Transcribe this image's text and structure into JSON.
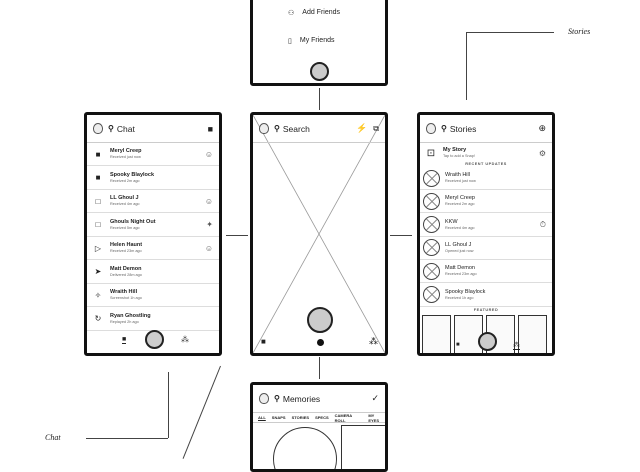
{
  "labels": {
    "stories": "Stories",
    "chat": "Chat"
  },
  "top": {
    "items": [
      {
        "icon": "add-friend-icon",
        "label": "Add Friends"
      },
      {
        "icon": "my-friends-icon",
        "label": "My Friends"
      }
    ]
  },
  "chat": {
    "title": "Chat",
    "rows": [
      {
        "name": "Meryl Creep",
        "status": "Received just now",
        "icon": "■",
        "right": "☺"
      },
      {
        "name": "Spooky Blaylock",
        "status": "Received 2m ago",
        "icon": "■",
        "right": ""
      },
      {
        "name": "LL Ghoul J",
        "status": "Received 4m ago",
        "icon": "□",
        "right": "☺"
      },
      {
        "name": "Ghouls Night Out",
        "status": "Received 5m ago",
        "icon": "□",
        "right": "✦"
      },
      {
        "name": "Helen Haunt",
        "status": "Received 23m ago",
        "icon": "▷",
        "right": "☺"
      },
      {
        "name": "Matt Demon",
        "status": "Delivered 28m ago",
        "icon": "➤",
        "right": ""
      },
      {
        "name": "Wraith Hill",
        "status": "Screenshot 1h ago",
        "icon": "✧",
        "right": ""
      },
      {
        "name": "Ryan Ghostling",
        "status": "Replayed 2h ago",
        "icon": "↻",
        "right": ""
      }
    ]
  },
  "camera": {
    "title": "Search"
  },
  "stories": {
    "title": "Stories",
    "my_story": {
      "name": "My Story",
      "status": "Tap to add a Snap!"
    },
    "recent_label": "RECENT UPDATES",
    "featured_label": "FEATURED",
    "rows": [
      {
        "name": "Wraith Hill",
        "status": "Received just now",
        "right": ""
      },
      {
        "name": "Meryl Creep",
        "status": "Received 2m ago",
        "right": ""
      },
      {
        "name": "KKW",
        "status": "Received 4m ago",
        "right": "⏱"
      },
      {
        "name": "LL Ghoul J",
        "status": "Opened just now",
        "right": ""
      },
      {
        "name": "Matt Demon",
        "status": "Received 23m ago",
        "right": ""
      },
      {
        "name": "Spooky Blaylock",
        "status": "Received 1h ago",
        "right": ""
      }
    ]
  },
  "memories": {
    "title": "Memories",
    "tabs": [
      "ALL",
      "SNAPS",
      "STORIES",
      "SPECS",
      "CAMERA ROLL",
      "MY EYES"
    ]
  }
}
